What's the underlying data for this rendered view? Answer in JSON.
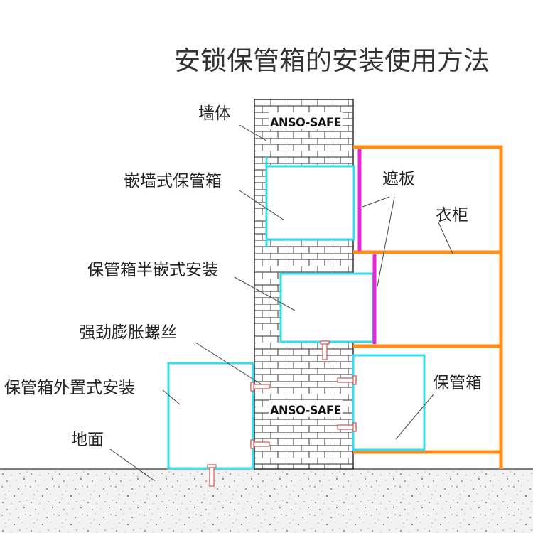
{
  "title": "安锁保管箱的安装使用方法",
  "brand_text": "ANSO-SAFE",
  "labels": {
    "wall": "墙体",
    "embedded_box": "嵌墙式保管箱",
    "cover_plate": "遮板",
    "wardrobe": "衣柜",
    "semi_embedded": "保管箱半嵌式安装",
    "expansion_bolt": "强劲膨胀螺丝",
    "external_mount": "保管箱外置式安装",
    "safe_box": "保管箱",
    "ground": "地面"
  },
  "colors": {
    "box_outline": "#33ddee",
    "wardrobe": "#ff8c1a",
    "cover_plate": "#ee22dd",
    "brick_fill": "#ffffff",
    "mortar": "#555555",
    "bolt": "#d06060",
    "ground_speckle": "#888888"
  }
}
